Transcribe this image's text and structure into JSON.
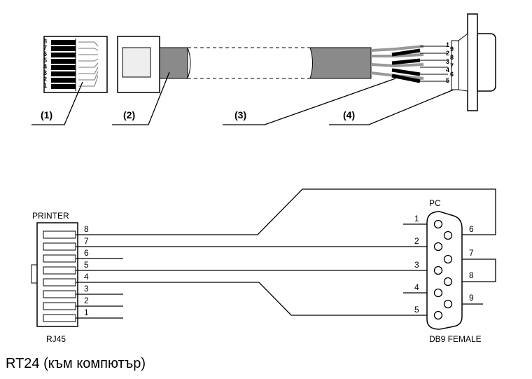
{
  "callouts": [
    "(1)",
    "(2)",
    "(3)",
    "(4)"
  ],
  "plug_pin_numbers": [
    "8",
    "7",
    "6",
    "5",
    "4",
    "3",
    "2",
    "1"
  ],
  "db9_small_numbers": [
    "1",
    "9",
    "2",
    "8",
    "3",
    "7",
    "4",
    "6",
    "5"
  ],
  "labels": {
    "printer": "PRINTER",
    "rj45": "RJ45",
    "pc": "PC",
    "db9": "DB9 FEMALE"
  },
  "rj45_pins": [
    "8",
    "7",
    "6",
    "5",
    "4",
    "3",
    "2",
    "1"
  ],
  "db9_pins": [
    "1",
    "2",
    "3",
    "4",
    "5",
    "6",
    "7",
    "8",
    "9"
  ],
  "caption": "RT24 (към компютър)"
}
